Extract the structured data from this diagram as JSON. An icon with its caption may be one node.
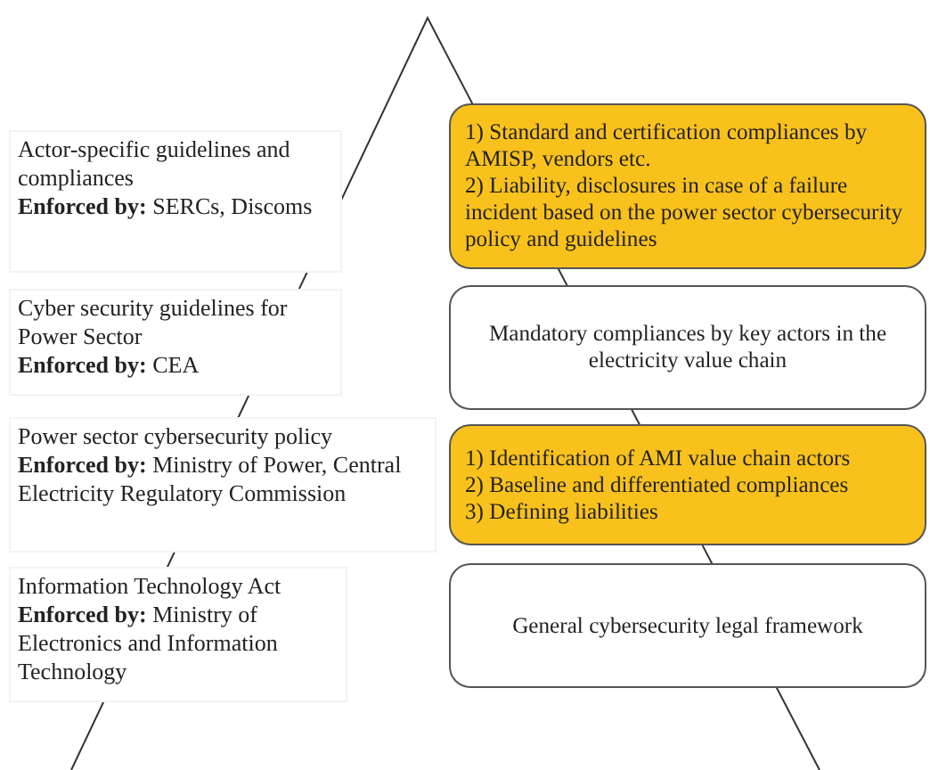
{
  "diagram": {
    "nodes": [
      {
        "text": [
          "Actor-specific guidelines and compliances",
          "**Enforced by:** SERCs, Discoms"
        ]
      },
      {
        "text": [
          "1) Standard and certification compliances by AMISP, vendors etc.",
          "2) Liability, disclosures in case of a failure incident based on the power sector cybersecurity policy and guidelines"
        ]
      },
      {
        "text": [
          "Cyber security guidelines for Power Sector",
          "**Enforced by:** CEA"
        ]
      },
      {
        "text": [
          "Mandatory compliances by key actors in the electricity value chain"
        ]
      },
      {
        "text": [
          "Power sector cybersecurity policy",
          "**Enforced by:** Ministry of Power, Central Electricity Regulatory Commission"
        ]
      },
      {
        "text": [
          "1) Identification of AMI value chain actors",
          "2) Baseline and differentiated compliances",
          "3) Defining liabilities"
        ]
      },
      {
        "text": [
          "Information Technology Act",
          "**Enforced by:** Ministry of Electronics and Information Technology"
        ]
      },
      {
        "text": [
          "General cybersecurity legal framework"
        ]
      }
    ]
  }
}
